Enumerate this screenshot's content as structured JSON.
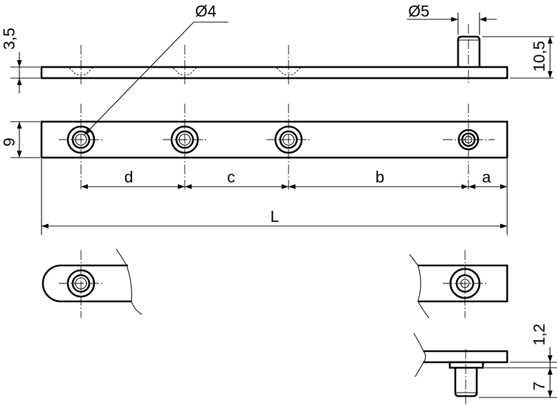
{
  "drawing": {
    "labels": {
      "dia_hole": "Ø4",
      "dia_pin": "Ø5",
      "thickness": "3,5",
      "pin_height": "10,5",
      "width": "9",
      "dim_d": "d",
      "dim_c": "c",
      "dim_b": "b",
      "dim_a": "a",
      "dim_l": "L",
      "flange": "1,2",
      "pin_length": "7"
    },
    "colors": {
      "line": "#000000",
      "background": "#ffffff"
    }
  }
}
